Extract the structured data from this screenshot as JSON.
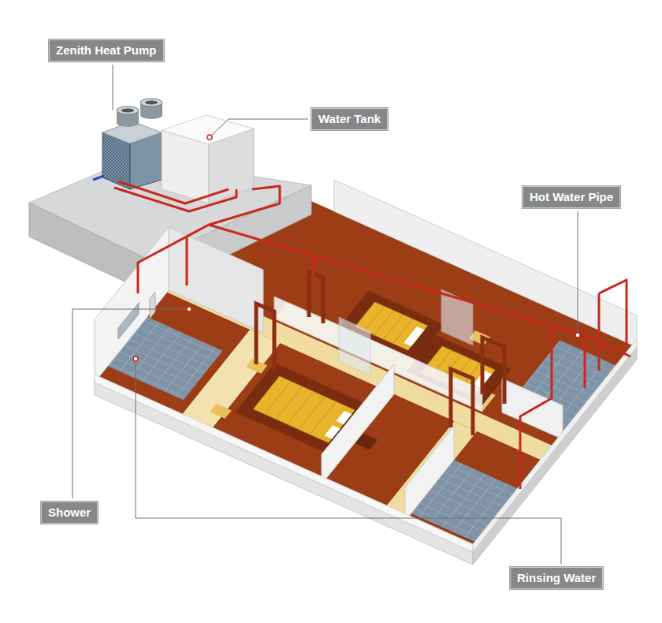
{
  "diagram": {
    "nodes": [
      {
        "text": [
          "Zenith Heat Pump"
        ]
      },
      {
        "text": [
          "Water Tank"
        ]
      },
      {
        "text": [
          "Hot Water Pipe"
        ]
      },
      {
        "text": [
          "Shower"
        ]
      },
      {
        "text": [
          "Rinsing Water"
        ]
      }
    ]
  }
}
